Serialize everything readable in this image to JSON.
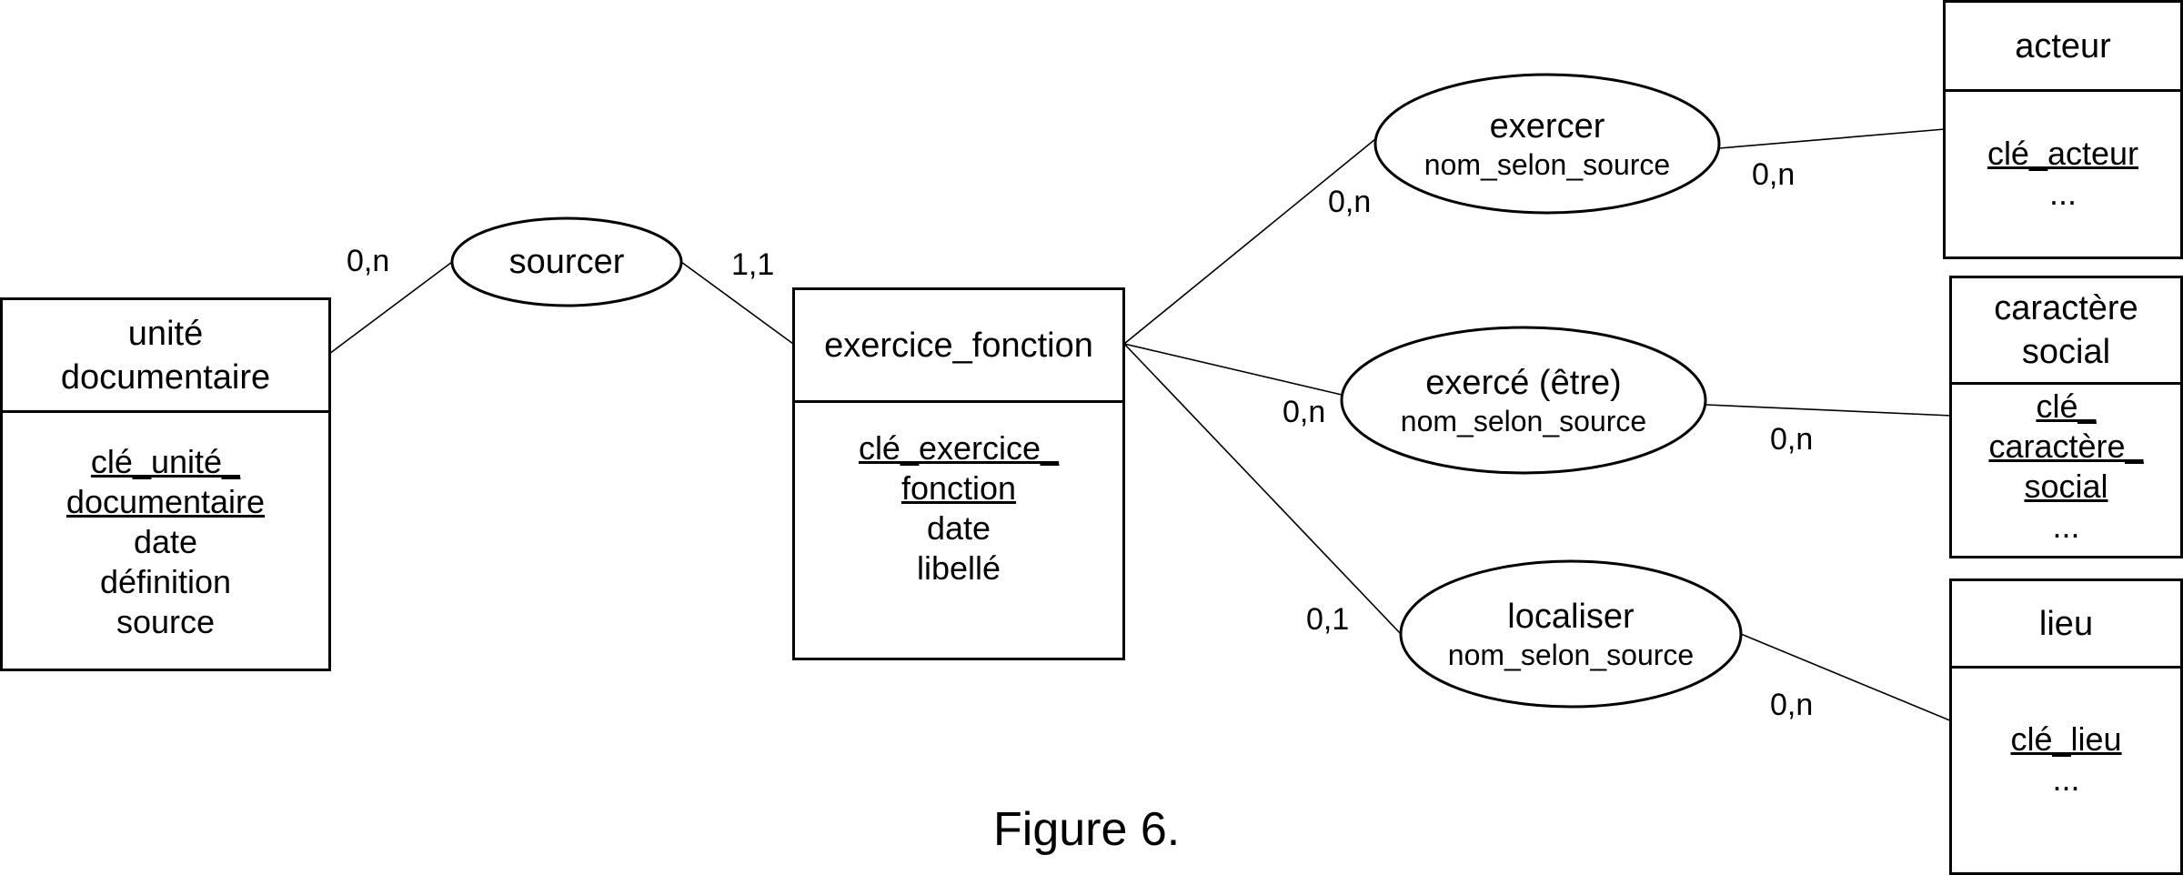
{
  "entities": {
    "unite_documentaire": {
      "title": [
        "unité",
        "documentaire"
      ],
      "attributes": [
        {
          "text": "clé_unité_",
          "key": true
        },
        {
          "text": "documentaire",
          "key": true
        },
        {
          "text": "date",
          "key": false
        },
        {
          "text": "définition",
          "key": false
        },
        {
          "text": "source",
          "key": false
        }
      ]
    },
    "exercice_fonction": {
      "title": [
        "exercice_fonction"
      ],
      "attributes": [
        {
          "text": "clé_exercice_",
          "key": true
        },
        {
          "text": "fonction",
          "key": true
        },
        {
          "text": "date",
          "key": false
        },
        {
          "text": "libellé",
          "key": false
        }
      ]
    },
    "acteur": {
      "title": [
        "acteur"
      ],
      "attributes": [
        {
          "text": "clé_acteur",
          "key": true
        },
        {
          "text": "...",
          "key": false
        }
      ]
    },
    "caractere_social": {
      "title": [
        "caractère",
        "social"
      ],
      "attributes": [
        {
          "text": "clé_",
          "key": true
        },
        {
          "text": "caractère_",
          "key": true
        },
        {
          "text": "social",
          "key": true
        },
        {
          "text": "...",
          "key": false
        }
      ]
    },
    "lieu": {
      "title": [
        "lieu"
      ],
      "attributes": [
        {
          "text": "clé_lieu",
          "key": true
        },
        {
          "text": "...",
          "key": false
        }
      ]
    }
  },
  "associations": {
    "sourcer": {
      "name": "sourcer",
      "attribute": ""
    },
    "exercer": {
      "name": "exercer",
      "attribute": "nom_selon_source"
    },
    "exerce_etre": {
      "name": "exercé (être)",
      "attribute": "nom_selon_source"
    },
    "localiser": {
      "name": "localiser",
      "attribute": "nom_selon_source"
    }
  },
  "cardinalities": {
    "unite_sourcer": "0,n",
    "sourcer_exercice": "1,1",
    "exercice_exercer": "0,n",
    "exercer_acteur": "0,n",
    "exercice_exerce": "0,n",
    "exerce_caractere": "0,n",
    "exercice_localiser": "0,1",
    "localiser_lieu": "0,n"
  },
  "caption": "Figure 6."
}
